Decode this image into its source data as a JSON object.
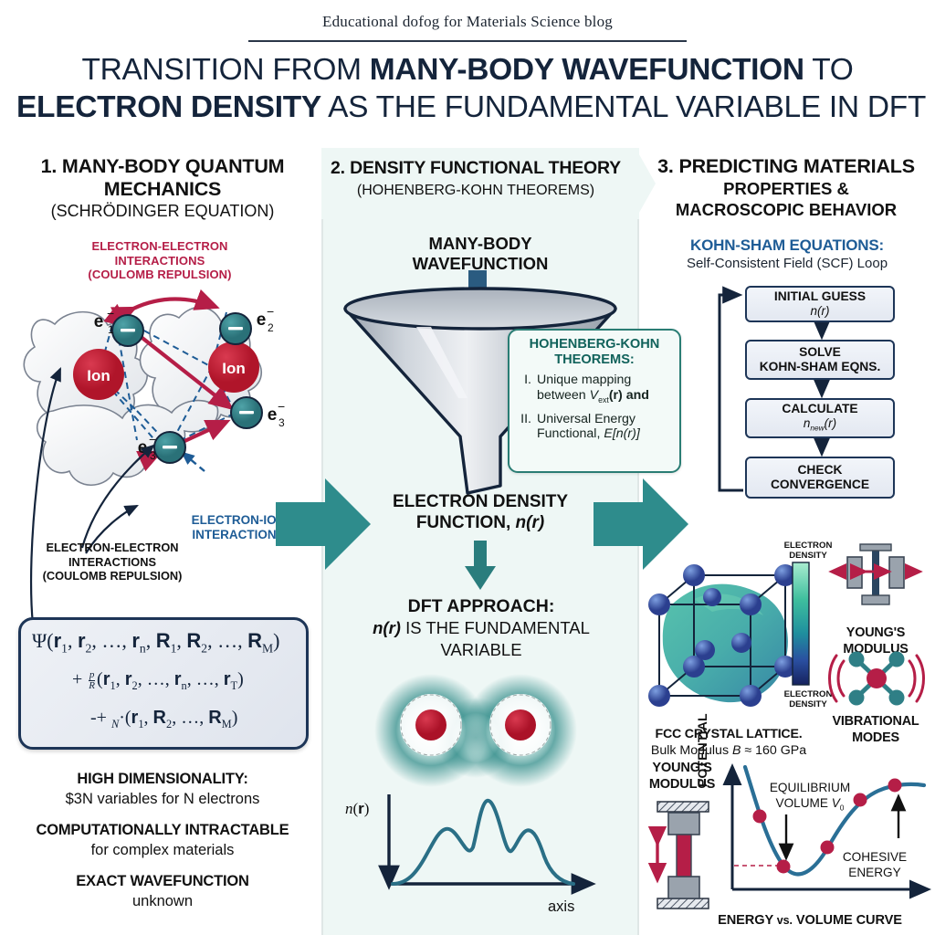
{
  "header": {
    "kicker": "Educational dofog for Materials Science blog",
    "title_line1_pre": "TRANSITION FROM ",
    "title_line1_bold": "MANY-BODY WAVEFUNCTION",
    "title_line1_post": " TO",
    "title_line2_bold": "ELECTRON DENSITY",
    "title_line2_post": " AS THE FUNDAMENTAL VARIABLE IN DFT"
  },
  "columns": {
    "one": {
      "number_title": "1. MANY-BODY QUANTUM",
      "title_line2": "MECHANICS",
      "subtitle": "(SCHRÖDINGER EQUATION)",
      "ee_label_top": "ELECTRON-ELECTRON\nINTERACTIONS\n(COULOMB REPULSION)",
      "ee_label_top_l1": "ELECTRON-ELECTRON",
      "ee_label_top_l2": "INTERACTIONS",
      "ee_label_top_l3": "(COULOMB REPULSION)",
      "ei_label_l1": "ELECTRON-ION",
      "ei_label_l2": "INTERACTIONS",
      "ee_label_bottom_l1": "ELECTRON-ELECTRON",
      "ee_label_bottom_l2": "INTERACTIONS",
      "ee_label_bottom_l3": "(COULOMB REPULSION)",
      "electron_labels": [
        "e",
        "e",
        "e",
        "e"
      ],
      "ion_label": "Ion",
      "electron_sub": [
        "1",
        "2",
        "3",
        "3"
      ],
      "formula": {
        "line1": "Ψ(r₁, r₂, …, rₙ, R₁, R₂, …, R_M)",
        "line2": "+ (p/R)(r₁, r₂, …, rₙ, …, r_T)",
        "line3": "-+ ·_N·(r₁, R₂, …, R_M)"
      },
      "notes": [
        {
          "head": "HIGH DIMENSIONALITY:",
          "sub": "$3N variables for N electrons"
        },
        {
          "head": "COMPUTATIONALLY INTRACTABLE",
          "sub": "for complex materials"
        },
        {
          "head": "EXACT WAVEFUNCTION",
          "sub": "unknown"
        }
      ]
    },
    "two": {
      "number_title": "2. DENSITY FUNCTIONAL THEORY",
      "subtitle": "(HOHENBERG-KOHN THEOREMS)",
      "funnel_top_label_l1": "MANY-BODY",
      "funnel_top_label_l2": "WAVEFUNCTION",
      "hk_box": {
        "title_l1": "HOHENBERG-KOHN",
        "title_l2": "THEOREMS:",
        "items": [
          {
            "numeral": "I.",
            "text_a": "Unique mapping",
            "text_b": "between ",
            "var": "V",
            "var_sub": "ext",
            "text_c": "(r) and"
          },
          {
            "numeral": "II.",
            "text_a": "Universal Energy",
            "text_b": "Functional, ",
            "var": "E",
            "var_sub": "",
            "text_c": "[n(r)]"
          }
        ]
      },
      "density_label_l1": "ELECTRON DENSITY",
      "density_label_l2_pre": "FUNCTION, ",
      "density_label_l2_var": "n(r)",
      "dft_approach_title": "DFT APPROACH:",
      "dft_approach_var": "n(r)",
      "dft_approach_text": " IS THE FUNDAMENTAL",
      "dft_approach_text2": "VARIABLE",
      "plot_ylabel": "n(r)",
      "plot_xlabel": "axis"
    },
    "three": {
      "number_title": "3. PREDICTING MATERIALS",
      "title_line2": "PROPERTIES &",
      "title_line3": "MACROSCOPIC BEHAVIOR",
      "ks_title": "KOHN-SHAM EQUATIONS:",
      "ks_sub": "Self-Consistent Field (SCF) Loop",
      "scf_steps": [
        {
          "l1": "INITIAL GUESS",
          "l2": "n(r)"
        },
        {
          "l1": "SOLVE",
          "l2b": "KOHN-SHAM EQNS."
        },
        {
          "l1": "CALCULATE",
          "l2": "nnew(r)"
        },
        {
          "l1": "CHECK",
          "l2b": "CONVERGENCE"
        }
      ],
      "colorbar_top_l1": "ELECTRON",
      "colorbar_top_l2": "DENSITY",
      "colorbar_bot_l1": "ELECTRON",
      "colorbar_bot_l2": "DENSITY",
      "lattice_caption_l1": "FCC CRYSTAL LATTICE.",
      "lattice_caption_l2_pre": "Bulk Modulus ",
      "lattice_caption_l2_var": "B",
      "lattice_caption_l2_post": " ≈ 160 GPa",
      "youngs_l1": "YOUNG'S",
      "youngs_l2": "MODULUS",
      "vibrational_l1": "VIBRATIONAL",
      "vibrational_l2": "MODES",
      "youngs2_l1": "YOUNG'S",
      "youngs2_l2": "MODULUS",
      "eq_vol_l1": "EQUILIBRIUM",
      "eq_vol_l2_pre": "VOLUME ",
      "eq_vol_l2_var": "V",
      "eq_vol_l2_sub": "0",
      "cohesive_l1": "COHESIVE",
      "cohesive_l2": "ENERGY",
      "potential_axis": "POTENTIAL",
      "ev_caption_a": "ENERGY ",
      "ev_caption_vs": "vs.",
      "ev_caption_b": " VOLUME CURVE"
    }
  },
  "colors": {
    "navy": "#14243b",
    "teal": "#2e8c8c",
    "crimson": "#b51e47",
    "blue": "#1e5c96",
    "panel_mint": "#eef7f5",
    "box_green": "#2a7d74",
    "ion_red": "#c0182f",
    "electron_teal": "#2f7f86"
  },
  "chart_data": [
    {
      "type": "line",
      "title": "",
      "xlabel": "axis",
      "ylabel": "n(r)",
      "x": [
        0,
        0.06,
        0.12,
        0.18,
        0.24,
        0.3,
        0.34,
        0.38,
        0.42,
        0.46,
        0.5,
        0.54,
        0.58,
        0.62,
        0.66,
        0.7,
        0.76,
        0.82,
        0.88,
        0.94,
        1.0
      ],
      "values": [
        0.02,
        0.04,
        0.1,
        0.26,
        0.44,
        0.4,
        0.34,
        0.42,
        0.68,
        0.92,
        0.84,
        0.56,
        0.42,
        0.46,
        0.52,
        0.44,
        0.28,
        0.14,
        0.06,
        0.03,
        0.02
      ],
      "grid": false,
      "legend": "none"
    },
    {
      "type": "line",
      "title": "ENERGY vs. VOLUME CURVE",
      "xlabel": "",
      "ylabel": "POTENTIAL",
      "x": [
        0.05,
        0.14,
        0.25,
        0.36,
        0.46,
        0.58,
        0.7,
        0.82,
        0.92,
        1.0
      ],
      "values": [
        1.0,
        0.72,
        0.4,
        0.18,
        0.1,
        0.3,
        0.52,
        0.68,
        0.74,
        0.76
      ],
      "markers": [
        {
          "x": 0.17,
          "y": 0.62,
          "label": ""
        },
        {
          "x": 0.43,
          "y": 0.095,
          "label": "equilibrium"
        },
        {
          "x": 0.62,
          "y": 0.395,
          "label": ""
        },
        {
          "x": 0.76,
          "y": 0.645,
          "label": ""
        },
        {
          "x": 0.88,
          "y": 0.735,
          "label": ""
        }
      ],
      "annotations": [
        "EQUILIBRIUM VOLUME V0",
        "COHESIVE ENERGY"
      ],
      "grid": false,
      "legend": "none"
    }
  ]
}
